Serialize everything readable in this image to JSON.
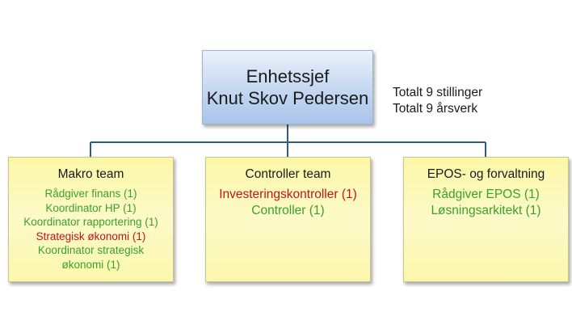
{
  "colors": {
    "line": "#2e5b8e",
    "green": "#3aa12e",
    "red": "#c0141e",
    "top_box": "#c4d7f0",
    "team_box": "#fdfac9"
  },
  "manager": {
    "title": "Enhetssjef",
    "name": "Knut Skov Pedersen"
  },
  "totals": {
    "positions": "Totalt 9 stillinger",
    "fte": "Totalt 9 årsverk"
  },
  "teams": [
    {
      "title": "Makro team",
      "roles": [
        {
          "text": "Rådgiver finans (1)",
          "color": "green"
        },
        {
          "text": "Koordinator HP (1)",
          "color": "green"
        },
        {
          "text": "Koordinator rapportering (1)",
          "color": "green"
        },
        {
          "text": "Strategisk økonomi (1)",
          "color": "red"
        },
        {
          "text": "Koordinator strategisk",
          "color": "green"
        },
        {
          "text": "økonomi (1)",
          "color": "green"
        }
      ]
    },
    {
      "title": "Controller team",
      "roles": [
        {
          "text": "Investeringskontroller (1)",
          "color": "red"
        },
        {
          "text": "Controller (1)",
          "color": "green"
        }
      ]
    },
    {
      "title": "EPOS- og forvaltning",
      "roles": [
        {
          "text": "Rådgiver EPOS (1)",
          "color": "green"
        },
        {
          "text": "Løsningsarkitekt (1)",
          "color": "green"
        }
      ]
    }
  ]
}
